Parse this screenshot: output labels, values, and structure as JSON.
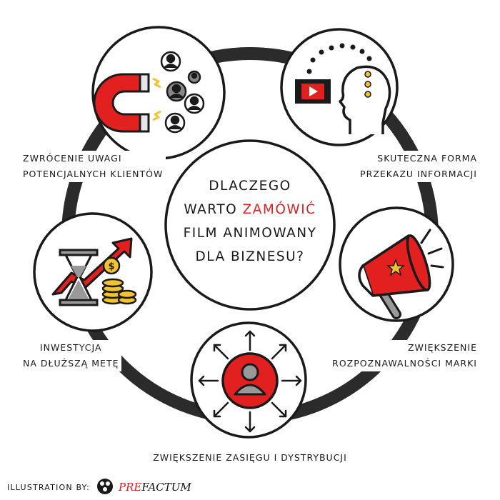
{
  "center": {
    "line1": "DLACZEGO",
    "line2_prefix": "WARTO",
    "line2_accent": "ZAMÓWIĆ",
    "line3": "FILM ANIMOWANY",
    "line4": "DLA BIZNESU?"
  },
  "items": [
    {
      "lines": [
        "ZWRÓCENIE UWAGI",
        "POTENCJALNYCH KLIENTÓW"
      ],
      "icon": "magnet-attracting-people-icon"
    },
    {
      "lines": [
        "SKUTECZNA FORMA",
        "PRZEKAZU  INFORMACJI"
      ],
      "icon": "video-to-head-icon"
    },
    {
      "lines": [
        "ZWIĘKSZENIE",
        "ROZPOZNAWALNOŚCI MARKI"
      ],
      "icon": "megaphone-icon"
    },
    {
      "lines": [
        "ZWIĘKSZENIE ZASIĘGU I DYSTRYBUCJI"
      ],
      "icon": "person-reach-arrows-icon"
    },
    {
      "lines": [
        "INWESTYCJA",
        "NA DŁUŻSZĄ METĘ"
      ],
      "icon": "hourglass-coins-growth-icon"
    }
  ],
  "credit": {
    "label": "ILLUSTRATION BY:",
    "brand_a": "PRE",
    "brand_b": "FACTUM"
  },
  "colors": {
    "accent": "#e32020",
    "ring": "#2b2b2b",
    "ink": "#1a1a1a",
    "gray": "#888888",
    "coin": "#f2c230"
  }
}
